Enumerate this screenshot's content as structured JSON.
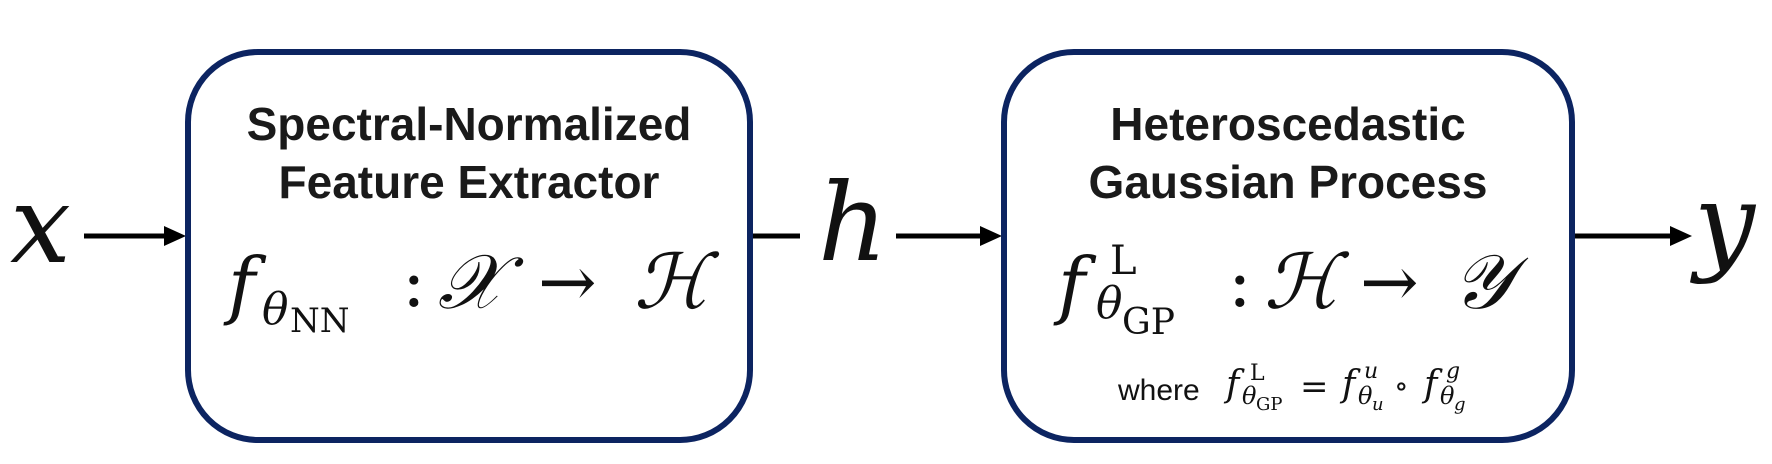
{
  "nodes": {
    "input": "x",
    "hidden": "h",
    "output": "y"
  },
  "box1": {
    "title_line1": "Spectral-Normalized",
    "title_line2": "Feature Extractor",
    "formula": {
      "f": "f",
      "sub_theta": "θ",
      "sub_nn": "NN",
      "colon": ":",
      "domain": "𝒳",
      "arrow": "→",
      "codomain": "ℋ"
    }
  },
  "box2": {
    "title_line1": "Heteroscedastic",
    "title_line2": "Gaussian Process",
    "formula": {
      "f": "f",
      "sup_l": "L",
      "sub_theta": "θ",
      "sub_gp": "GP",
      "colon": ":",
      "domain": "ℋ",
      "arrow": "→",
      "codomain": "𝒴"
    },
    "where_label": "where",
    "where_formula": {
      "lhs_f": "f",
      "lhs_sup": "L",
      "lhs_sub_theta": "θ",
      "lhs_sub_gp": "GP",
      "eq": "=",
      "f_u": "f",
      "f_u_sup": "u",
      "f_u_sub_theta": "θ",
      "f_u_sub": "u",
      "compose": "∘",
      "f_g": "f",
      "f_g_sup": "g",
      "f_g_sub_theta": "θ",
      "f_g_sub": "g"
    }
  }
}
